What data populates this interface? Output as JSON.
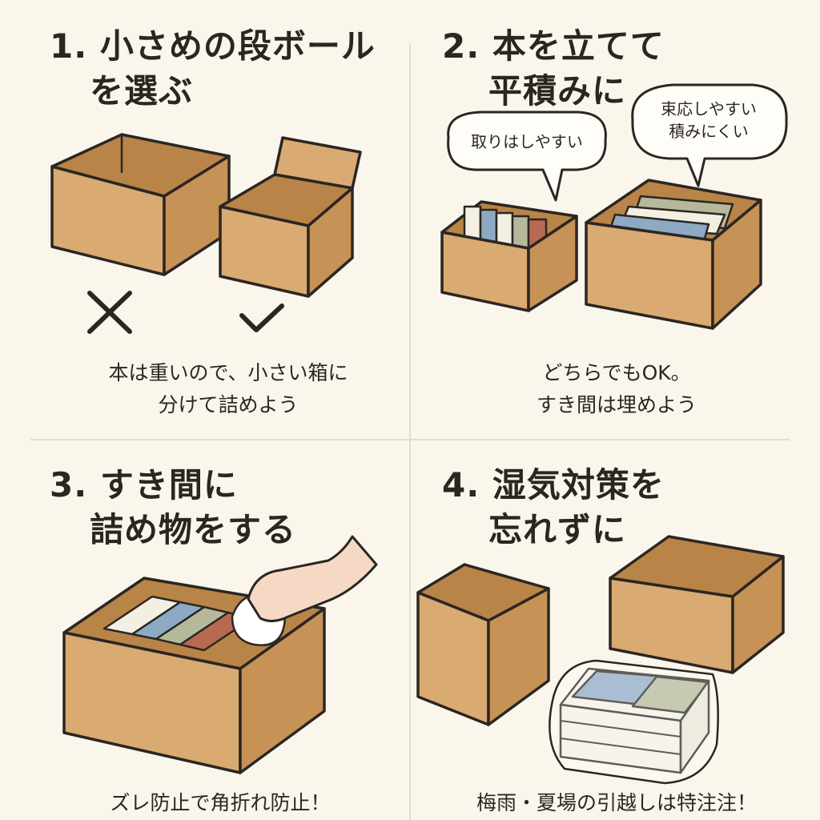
{
  "panels": [
    {
      "number": "1.",
      "title_line1": "小さめの段ボール",
      "title_line2": "を選ぶ",
      "caption_line1": "本は重いので、小さい箱に",
      "caption_line2": "分けて詰めよう"
    },
    {
      "number": "2.",
      "title_line1": "本を立てて",
      "title_line2": "平積みに",
      "bubble_left": "取りはしやすい",
      "bubble_right_line1": "束応しやすい",
      "bubble_right_line2": "積みにくい",
      "caption_line1": "どちらでもOK。",
      "caption_line2": "すき間は埋めよう"
    },
    {
      "number": "3.",
      "title_line1": "すき間に",
      "title_line2": "詰め物をする",
      "caption_line1": "ズレ防止で角折れ防止！"
    },
    {
      "number": "4.",
      "title_line1": "湿気対策を",
      "title_line2": "忘れずに",
      "caption_line1": "梅雨・夏場の引越しは特注注！"
    }
  ],
  "colors": {
    "cardboard": "#d9aa72",
    "cardboard_dark": "#c69256",
    "cardboard_inner": "#b98448",
    "outline": "#2b2622",
    "book_blue": "#8da9c4",
    "book_sage": "#b5b89a",
    "book_red": "#b86a50",
    "book_cream": "#f3efe3",
    "hand": "#f6d9c4",
    "packet": "#6d8fb3"
  },
  "icons": [
    "cross-mark-icon",
    "check-mark-icon",
    "speech-bubble-icon",
    "hand-icon",
    "desiccant-packet-icon"
  ]
}
